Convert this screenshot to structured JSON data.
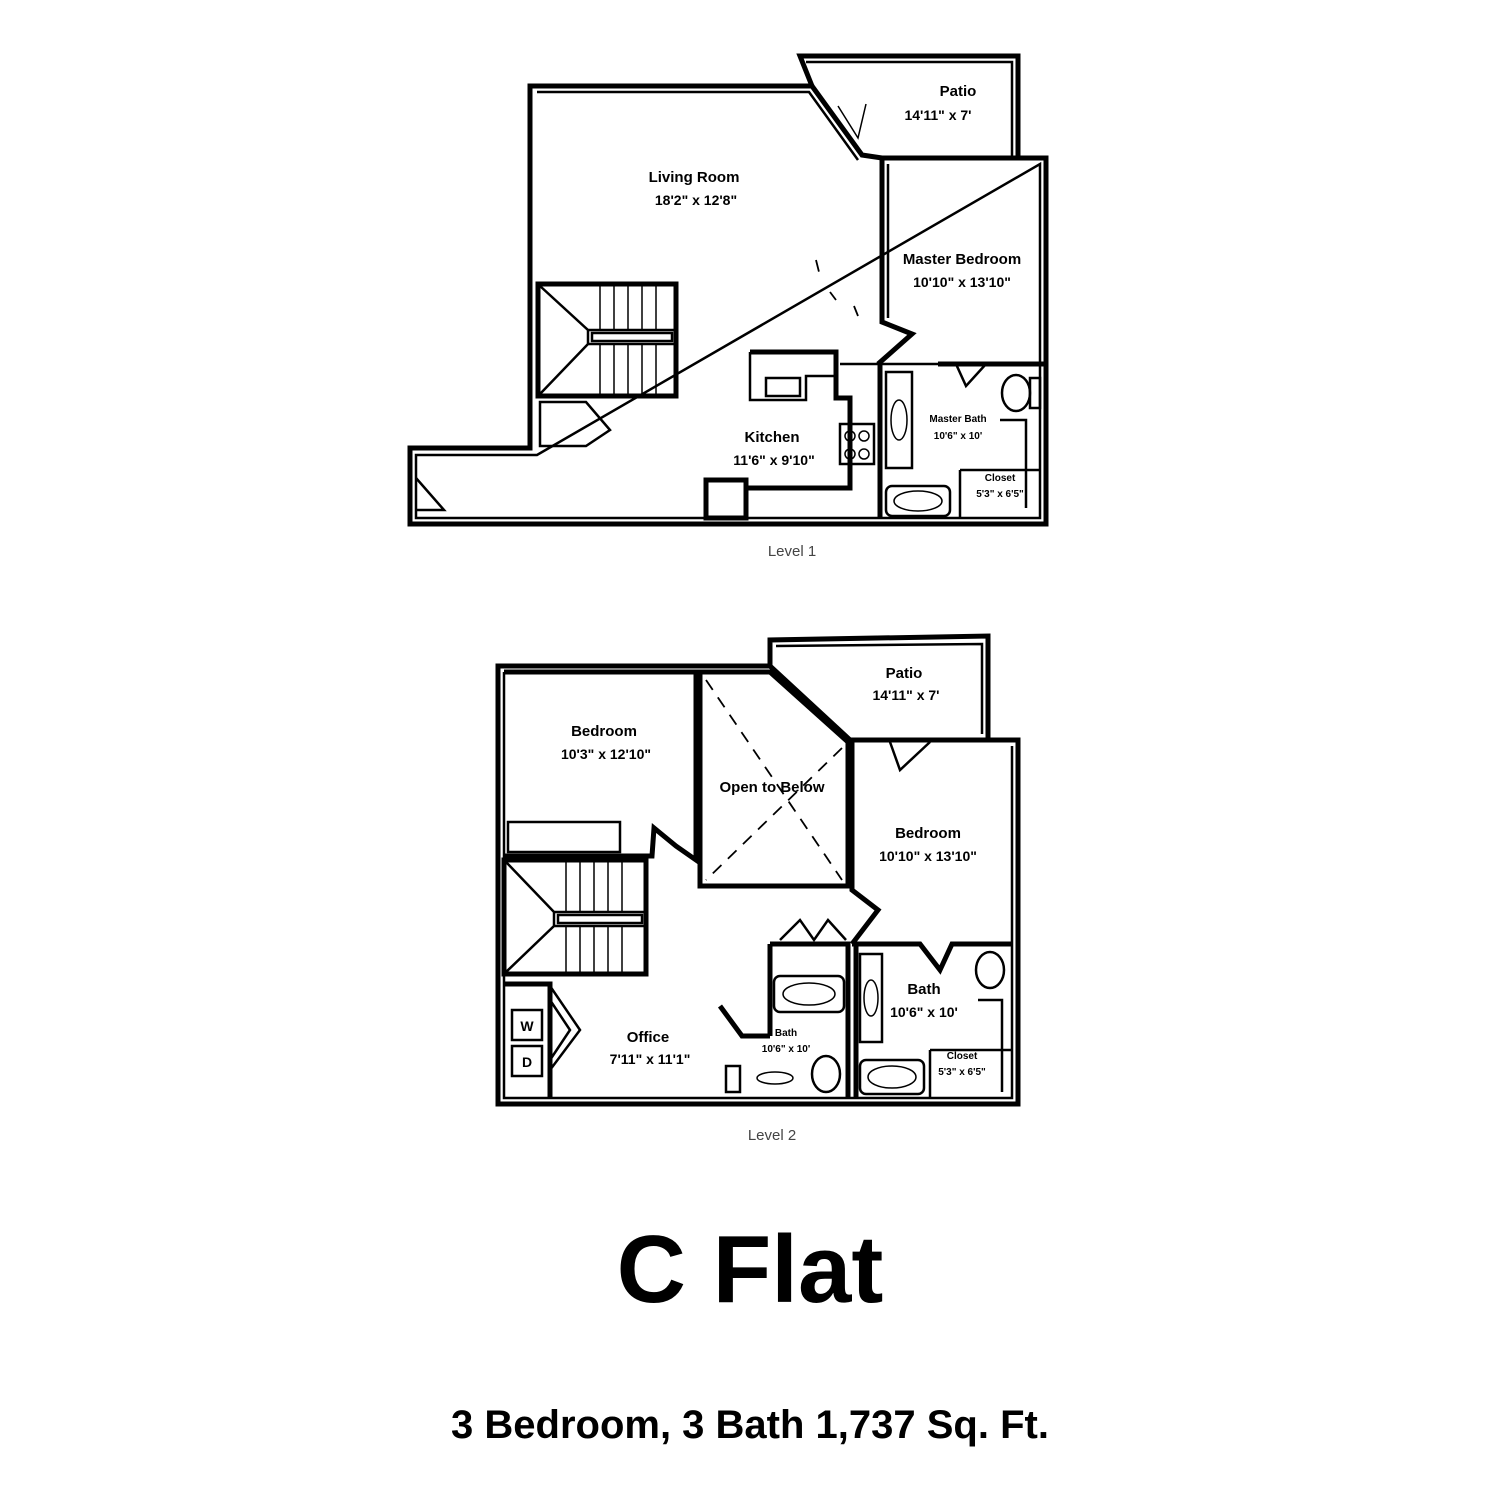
{
  "level1": {
    "caption": "Level 1",
    "rooms": {
      "patio": {
        "name": "Patio",
        "dim": "14'11\" x 7'"
      },
      "living": {
        "name": "Living Room",
        "dim": "18'2\" x 12'8\""
      },
      "master_bed": {
        "name": "Master Bedroom",
        "dim": "10'10\" x 13'10\""
      },
      "kitchen": {
        "name": "Kitchen",
        "dim": "11'6\" x 9'10\""
      },
      "master_bath": {
        "name": "Master Bath",
        "dim": "10'6\" x 10'"
      },
      "closet": {
        "name": "Closet",
        "dim": "5'3\" x 6'5\""
      }
    }
  },
  "level2": {
    "caption": "Level 2",
    "rooms": {
      "patio": {
        "name": "Patio",
        "dim": "14'11\" x 7'"
      },
      "bedroom_left": {
        "name": "Bedroom",
        "dim": "10'3\" x 12'10\""
      },
      "open": {
        "name": "Open to Below"
      },
      "bedroom_right": {
        "name": "Bedroom",
        "dim": "10'10\" x 13'10\""
      },
      "bath_right": {
        "name": "Bath",
        "dim": "10'6\" x 10'"
      },
      "office": {
        "name": "Office",
        "dim": "7'11\" x 11'1\""
      },
      "bath_small": {
        "name": "Bath",
        "dim": "10'6\" x 10'"
      },
      "closet": {
        "name": "Closet",
        "dim": "5'3\" x 6'5\""
      },
      "washer": "W",
      "dryer": "D"
    }
  },
  "title": "C Flat",
  "subtitle": "3 Bedroom, 3 Bath 1,737 Sq. Ft."
}
